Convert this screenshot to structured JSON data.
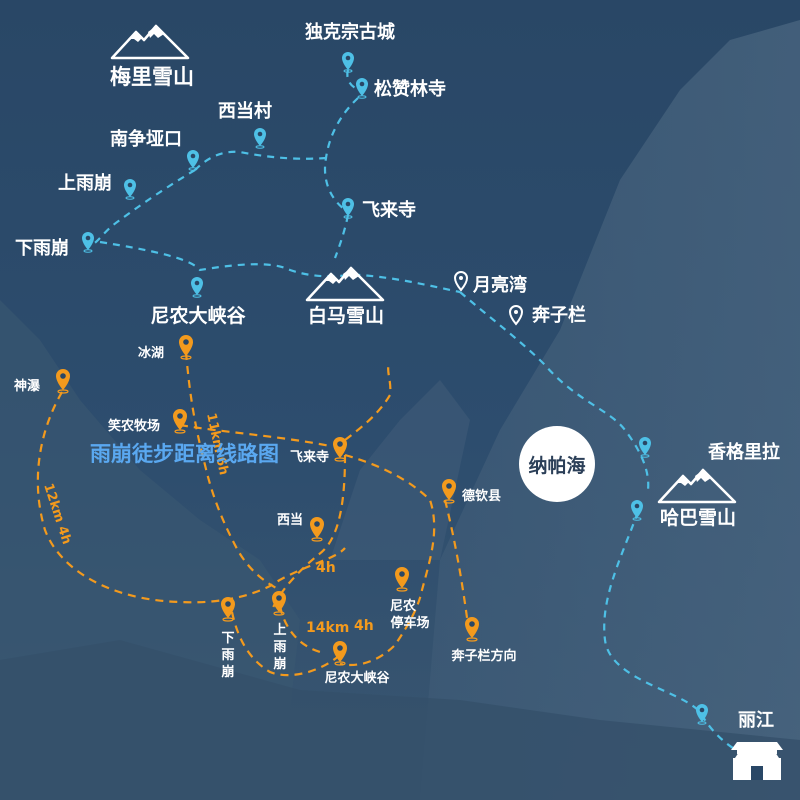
{
  "colors": {
    "background": "#294766",
    "route_blue": "#4ec0e6",
    "route_orange": "#f39a1d",
    "title_blue": "#5aa8f0"
  },
  "mountains": {
    "meili": "梅里雪山",
    "baima": "白马雪山",
    "haba": "哈巴雪山"
  },
  "places": {
    "dukezong": "独克宗古城",
    "songzanlin": "松赞林寺",
    "xidangcun": "西当村",
    "nanzheng": "南争垭口",
    "shangyubeng": "上雨崩",
    "xiayubeng": "下雨崩",
    "feilaisi": "飞来寺",
    "nongcanyon": "尼农大峡谷",
    "yueliangwan": "月亮湾",
    "benzilan": "奔子栏",
    "xianggelila": "香格里拉",
    "lijiang": "丽江",
    "napahai": "纳帕海"
  },
  "trek": {
    "title": "雨崩徒步距离线路图",
    "binghu": "冰湖",
    "shenpu": "神瀑",
    "xiaonong": "笑农牧场",
    "xidang": "西当",
    "deqin": "德钦县",
    "feilaisi_partial": "飞来寺",
    "xiayubeng": "下雨崩",
    "shangyubeng": "上雨崩",
    "nong_parking": "尼农停车场",
    "benzilan_dir": "奔子栏方向",
    "nongcanyon": "尼农大峡谷",
    "dist_shenpu": "12km 4h",
    "dist_binghu": "11km 6h",
    "dist_4h_a": "4h",
    "dist_14km": "14km",
    "dist_4h_b": "4h"
  }
}
